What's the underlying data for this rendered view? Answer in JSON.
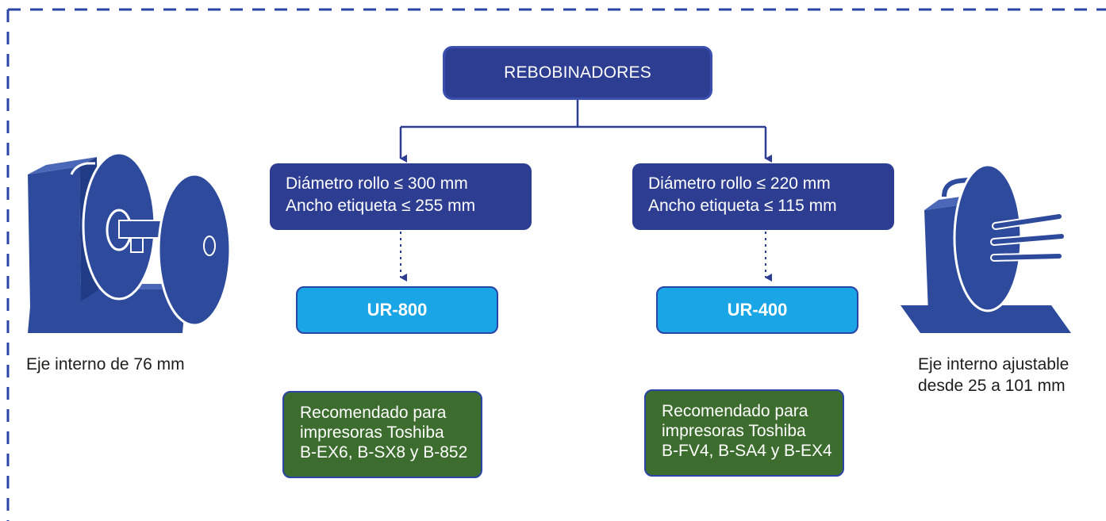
{
  "root": {
    "label": "REBOBINADORES"
  },
  "products": [
    {
      "spec_line1": "Diámetro rollo  ≤ 300 mm",
      "spec_line2": "Ancho etiqueta ≤ 255 mm",
      "model": "UR-800",
      "rec_line1": "Recomendado para",
      "rec_line2": "impresoras Toshiba",
      "rec_line3": "B-EX6, B-SX8 y B-852",
      "caption_line1": "Eje interno de 76 mm",
      "caption_line2": ""
    },
    {
      "spec_line1": "Diámetro rollo  ≤ 220 mm",
      "spec_line2": "Ancho etiqueta ≤ 115 mm",
      "model": "UR-400",
      "rec_line1": "Recomendado para",
      "rec_line2": "impresoras Toshiba",
      "rec_line3": "B-FV4, B-SA4 y B-EX4",
      "caption_line1": "Eje interno ajustable",
      "caption_line2": "desde 25 a 101 mm"
    }
  ],
  "colors": {
    "navy": "#2d3e92",
    "cyan": "#1aa5e6",
    "green": "#3c6d2e",
    "frame_dash": "#2a45a6",
    "machine": "#2d4a9c"
  }
}
